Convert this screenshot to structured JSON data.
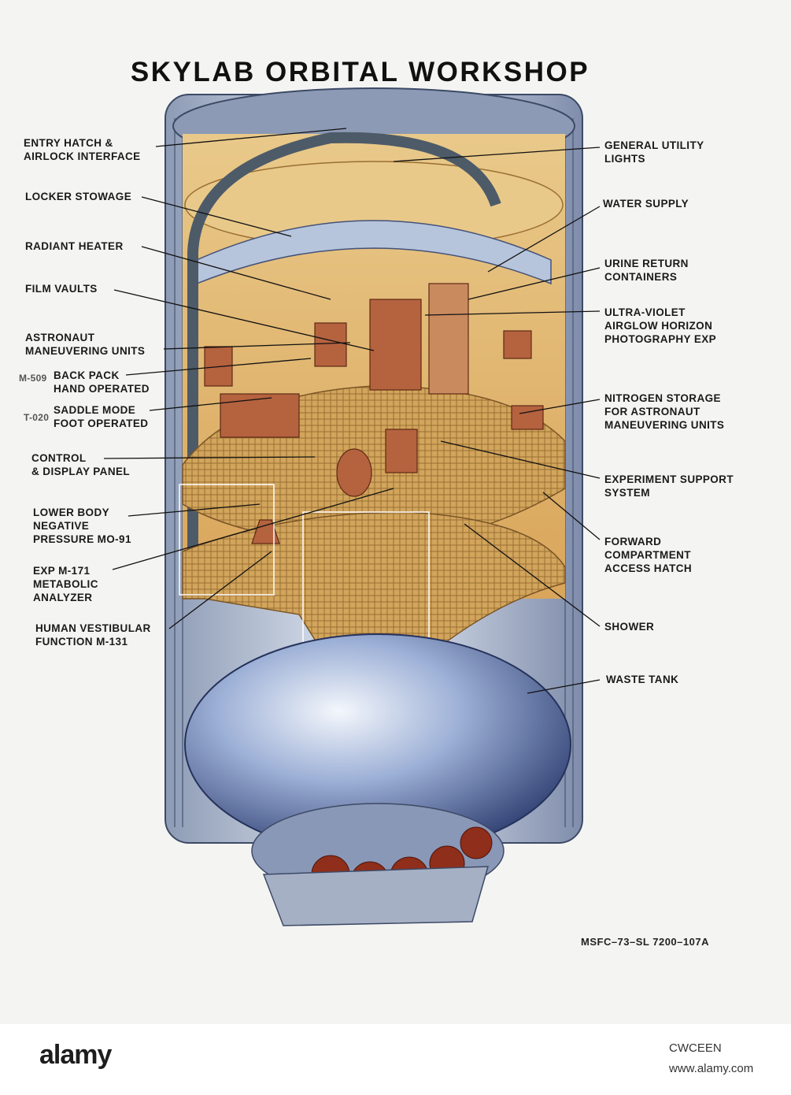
{
  "title": "SKYLAB ORBITAL WORKSHOP",
  "labels_left": [
    "ENTRY HATCH &\nAIRLOCK INTERFACE",
    "LOCKER STOWAGE",
    "RADIANT HEATER",
    "FILM VAULTS",
    "ASTRONAUT\nMANEUVERING UNITS",
    "BACK PACK\nHAND OPERATED",
    "SADDLE MODE\nFOOT OPERATED",
    "CONTROL\n& DISPLAY PANEL",
    "LOWER BODY\nNEGATIVE\nPRESSURE MO-91",
    "EXP M-171\nMETABOLIC\nANALYZER",
    "HUMAN VESTIBULAR\nFUNCTION M-131"
  ],
  "labels_right": [
    "GENERAL UTILITY\n      LIGHTS",
    "WATER SUPPLY",
    "URINE RETURN\nCONTAINERS",
    "ULTRA-VIOLET\nAIRGLOW HORIZON\nPHOTOGRAPHY   EXP",
    "NITROGEN STORAGE\nFOR ASTRONAUT\nMANEUVERING UNITS",
    "EXPERIMENT SUPPORT\nSYSTEM",
    "FORWARD\nCOMPARTMENT\nACCESS HATCH",
    "SHOWER",
    "WASTE TANK"
  ],
  "side_codes": [
    "M-509",
    "T-020"
  ],
  "figure_id": "MSFC–73–SL 7200–107A",
  "footer": {
    "brand": "alamy",
    "image_id": "CWCEEN",
    "site": "www.alamy.com"
  },
  "colors": {
    "hull": "#c9d3e2",
    "interior": "#e2b86a",
    "floor": "#c99a4e",
    "tank": "#6f86b8",
    "equipment": "#b5623f"
  },
  "icons": [
    "alamy-logo"
  ]
}
